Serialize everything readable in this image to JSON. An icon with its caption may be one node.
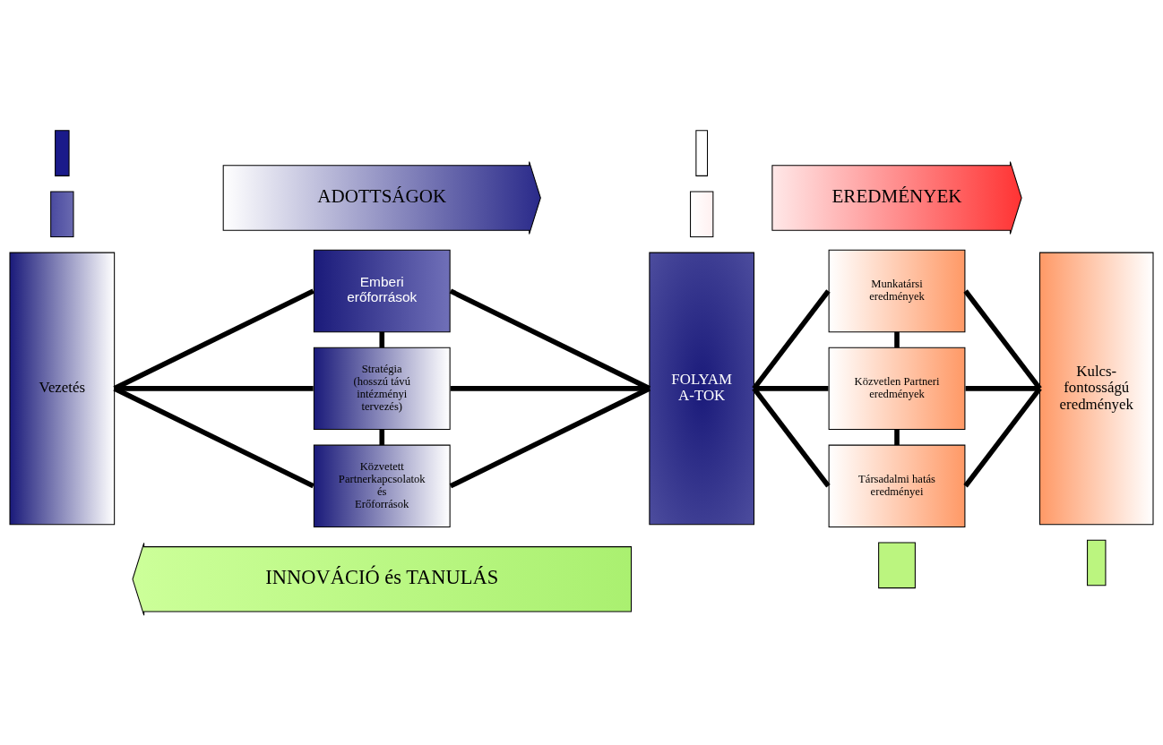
{
  "diagram": {
    "nodes": [
      {
        "text": [],
        "shape": "box"
      },
      {
        "text": [],
        "shape": "box"
      },
      {
        "text": [
          "ADOTTSÁGOK"
        ]
      },
      {
        "text": [],
        "shape": "box"
      },
      {
        "text": [],
        "shape": "box"
      },
      {
        "text": [
          "EREDMÉNYEK"
        ]
      },
      {
        "text": [
          "Vezetés"
        ]
      },
      {
        "text": [
          "Emberi erőforrások"
        ]
      },
      {
        "text": [
          "Stratégia (hosszú távú intézményi tervezés)"
        ]
      },
      {
        "text": [
          "Közvetett Partnerkapcsolatok és Erőforrások"
        ]
      },
      {
        "text": [
          "FOLYAM A-TOK"
        ]
      },
      {
        "text": [
          "Munkatársi eredmények"
        ]
      },
      {
        "text": [
          "Közvetlen Partneri eredmények"
        ]
      },
      {
        "text": [
          "Társadalmi hatás eredményei"
        ]
      },
      {
        "text": [
          "Kulcs- fontosságú eredmények"
        ]
      },
      {
        "text": [
          "INNOVÁCIÓ és TANULÁS"
        ]
      },
      {
        "text": [],
        "shape": "box"
      },
      {
        "text": [],
        "shape": "box"
      }
    ],
    "edges": [
      {
        "from": 6,
        "to": 7,
        "arrow": "none"
      },
      {
        "from": 6,
        "to": 8,
        "arrow": "none"
      },
      {
        "from": 6,
        "to": 9,
        "arrow": "none"
      },
      {
        "from": 7,
        "to": 8,
        "arrow": "none"
      },
      {
        "from": 8,
        "to": 9,
        "arrow": "none"
      },
      {
        "from": 7,
        "to": 10,
        "arrow": "none"
      },
      {
        "from": 8,
        "to": 10,
        "arrow": "none"
      },
      {
        "from": 9,
        "to": 10,
        "arrow": "none"
      },
      {
        "from": 10,
        "to": 11,
        "arrow": "none"
      },
      {
        "from": 10,
        "to": 12,
        "arrow": "none"
      },
      {
        "from": 10,
        "to": 13,
        "arrow": "none"
      },
      {
        "from": 11,
        "to": 12,
        "arrow": "none"
      },
      {
        "from": 12,
        "to": 13,
        "arrow": "none"
      },
      {
        "from": 11,
        "to": 14,
        "arrow": "none"
      },
      {
        "from": 12,
        "to": 14,
        "arrow": "none"
      },
      {
        "from": 13,
        "to": 14,
        "arrow": "none"
      }
    ]
  }
}
